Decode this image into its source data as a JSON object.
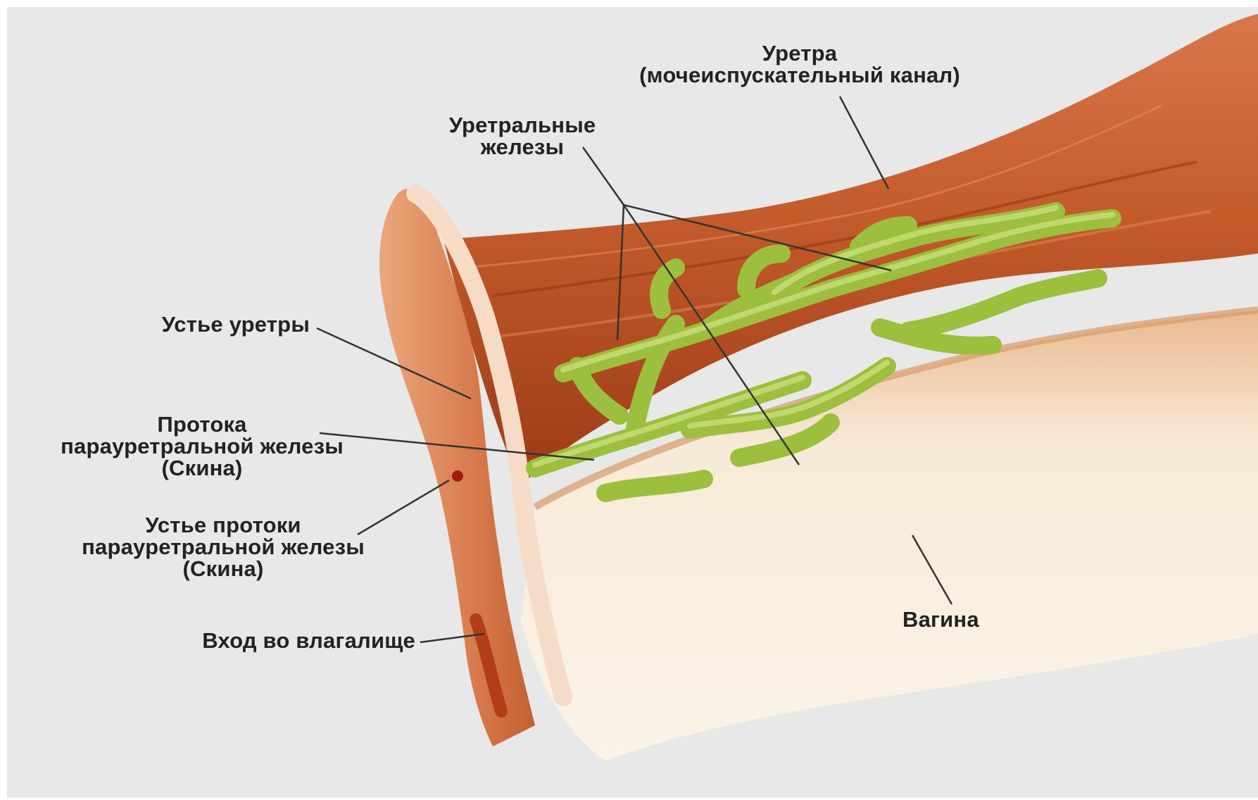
{
  "labels": {
    "urethra_line1": "Уретра",
    "urethra_line2": "(мочеиспускательный канал)",
    "urethral_glands_line1": "Уретральные",
    "urethral_glands_line2": "железы",
    "urethral_orifice": "Устье уретры",
    "duct_line1": "Протока",
    "duct_line2": "парауретральной железы",
    "duct_line3": "(Скина)",
    "duct_orifice_line1": "Устье протоки",
    "duct_orifice_line2": "парауретральной железы",
    "duct_orifice_line3": "(Скина)",
    "vaginal_entrance": "Вход во влагалище",
    "vagina": "Вагина"
  },
  "colors": {
    "background": "#e8e8e8",
    "urethra_tissue": "#c8642f",
    "urethra_dark": "#a8421c",
    "vulva_tissue": "#e09a6c",
    "vagina_tissue": "#f6e4cf",
    "glands": "#a8c84a",
    "gland_highlight": "#d4e88a",
    "leader_lines": "#333333"
  }
}
